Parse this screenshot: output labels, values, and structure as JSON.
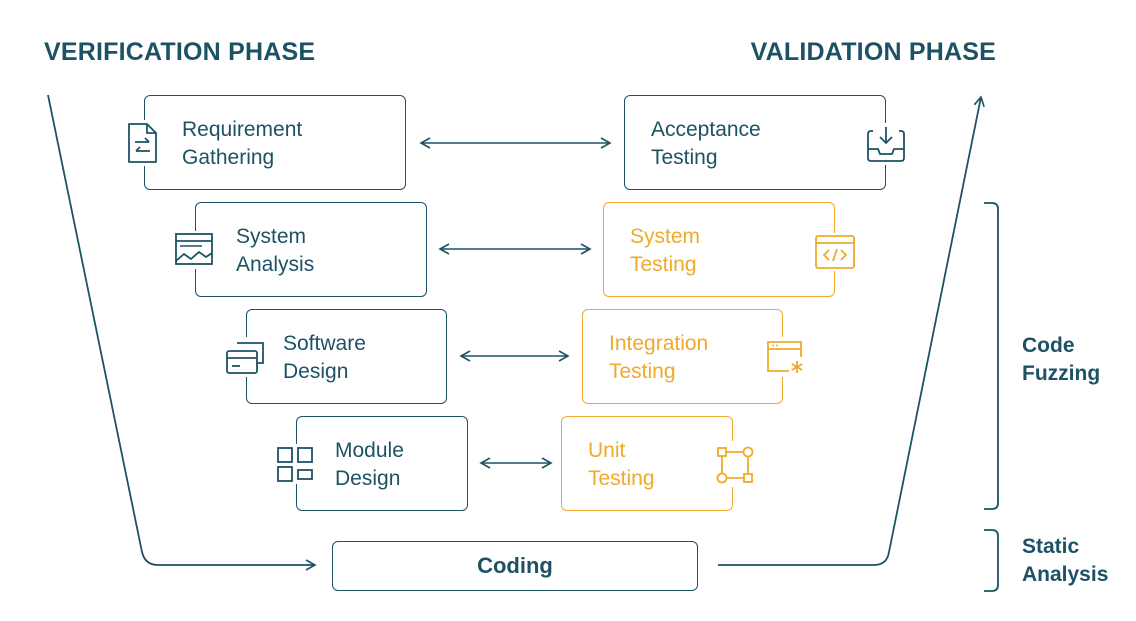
{
  "headings": {
    "verification": "VERIFICATION PHASE",
    "validation": "VALIDATION PHASE"
  },
  "verification_steps": [
    {
      "label": "Requirement\nGathering",
      "icon": "document-swap-icon"
    },
    {
      "label": "System\nAnalysis",
      "icon": "analytics-window-icon"
    },
    {
      "label": "Software\nDesign",
      "icon": "cards-icon"
    },
    {
      "label": "Module\nDesign",
      "icon": "grid-squares-icon"
    }
  ],
  "validation_steps": [
    {
      "label": "Acceptance\nTesting",
      "icon": "inbox-download-icon"
    },
    {
      "label": "System\nTesting",
      "icon": "code-window-icon"
    },
    {
      "label": "Integration\nTesting",
      "icon": "window-gear-icon"
    },
    {
      "label": "Unit\nTesting",
      "icon": "nodes-square-icon"
    }
  ],
  "coding": {
    "label": "Coding"
  },
  "side_labels": {
    "code_fuzzing": "Code\nFuzzing",
    "static_analysis": "Static\nAnalysis"
  },
  "colors": {
    "primary": "#1d5265",
    "accent": "#f0a92a"
  }
}
